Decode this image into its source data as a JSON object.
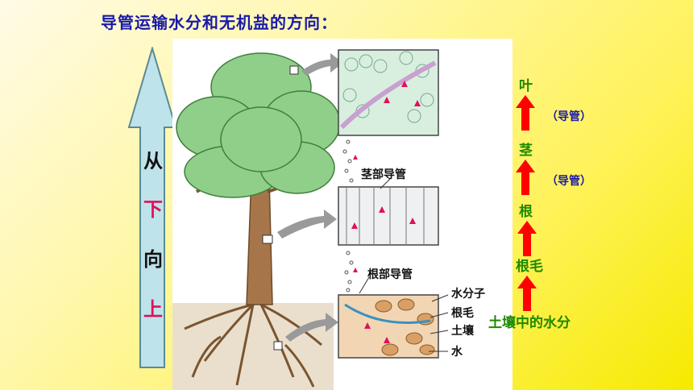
{
  "title": "导管运输水分和无机盐的方向：",
  "direction": {
    "c1": "从",
    "c2": "下",
    "c3": "向",
    "c4": "上"
  },
  "diagram_labels": {
    "stem_vessel": "茎部导管",
    "root_vessel": "根部导管",
    "water_molecule": "水分子",
    "root_hair": "根毛",
    "soil": "土壤",
    "water": "水"
  },
  "flow": {
    "leaf": "叶",
    "note1": "（导管）",
    "stem": "茎",
    "note2": "（导管）",
    "root": "根",
    "root_hair": "根毛",
    "soil_water": "土壤中的水分"
  },
  "colors": {
    "title": "#1a1aa8",
    "direction_black": "#111111",
    "direction_red": "#e0105a",
    "flow_green": "#1e8a00",
    "note_blue": "#1a1aa8",
    "arrow_red": "#ff0000",
    "big_arrow": "#bfe3ea"
  }
}
